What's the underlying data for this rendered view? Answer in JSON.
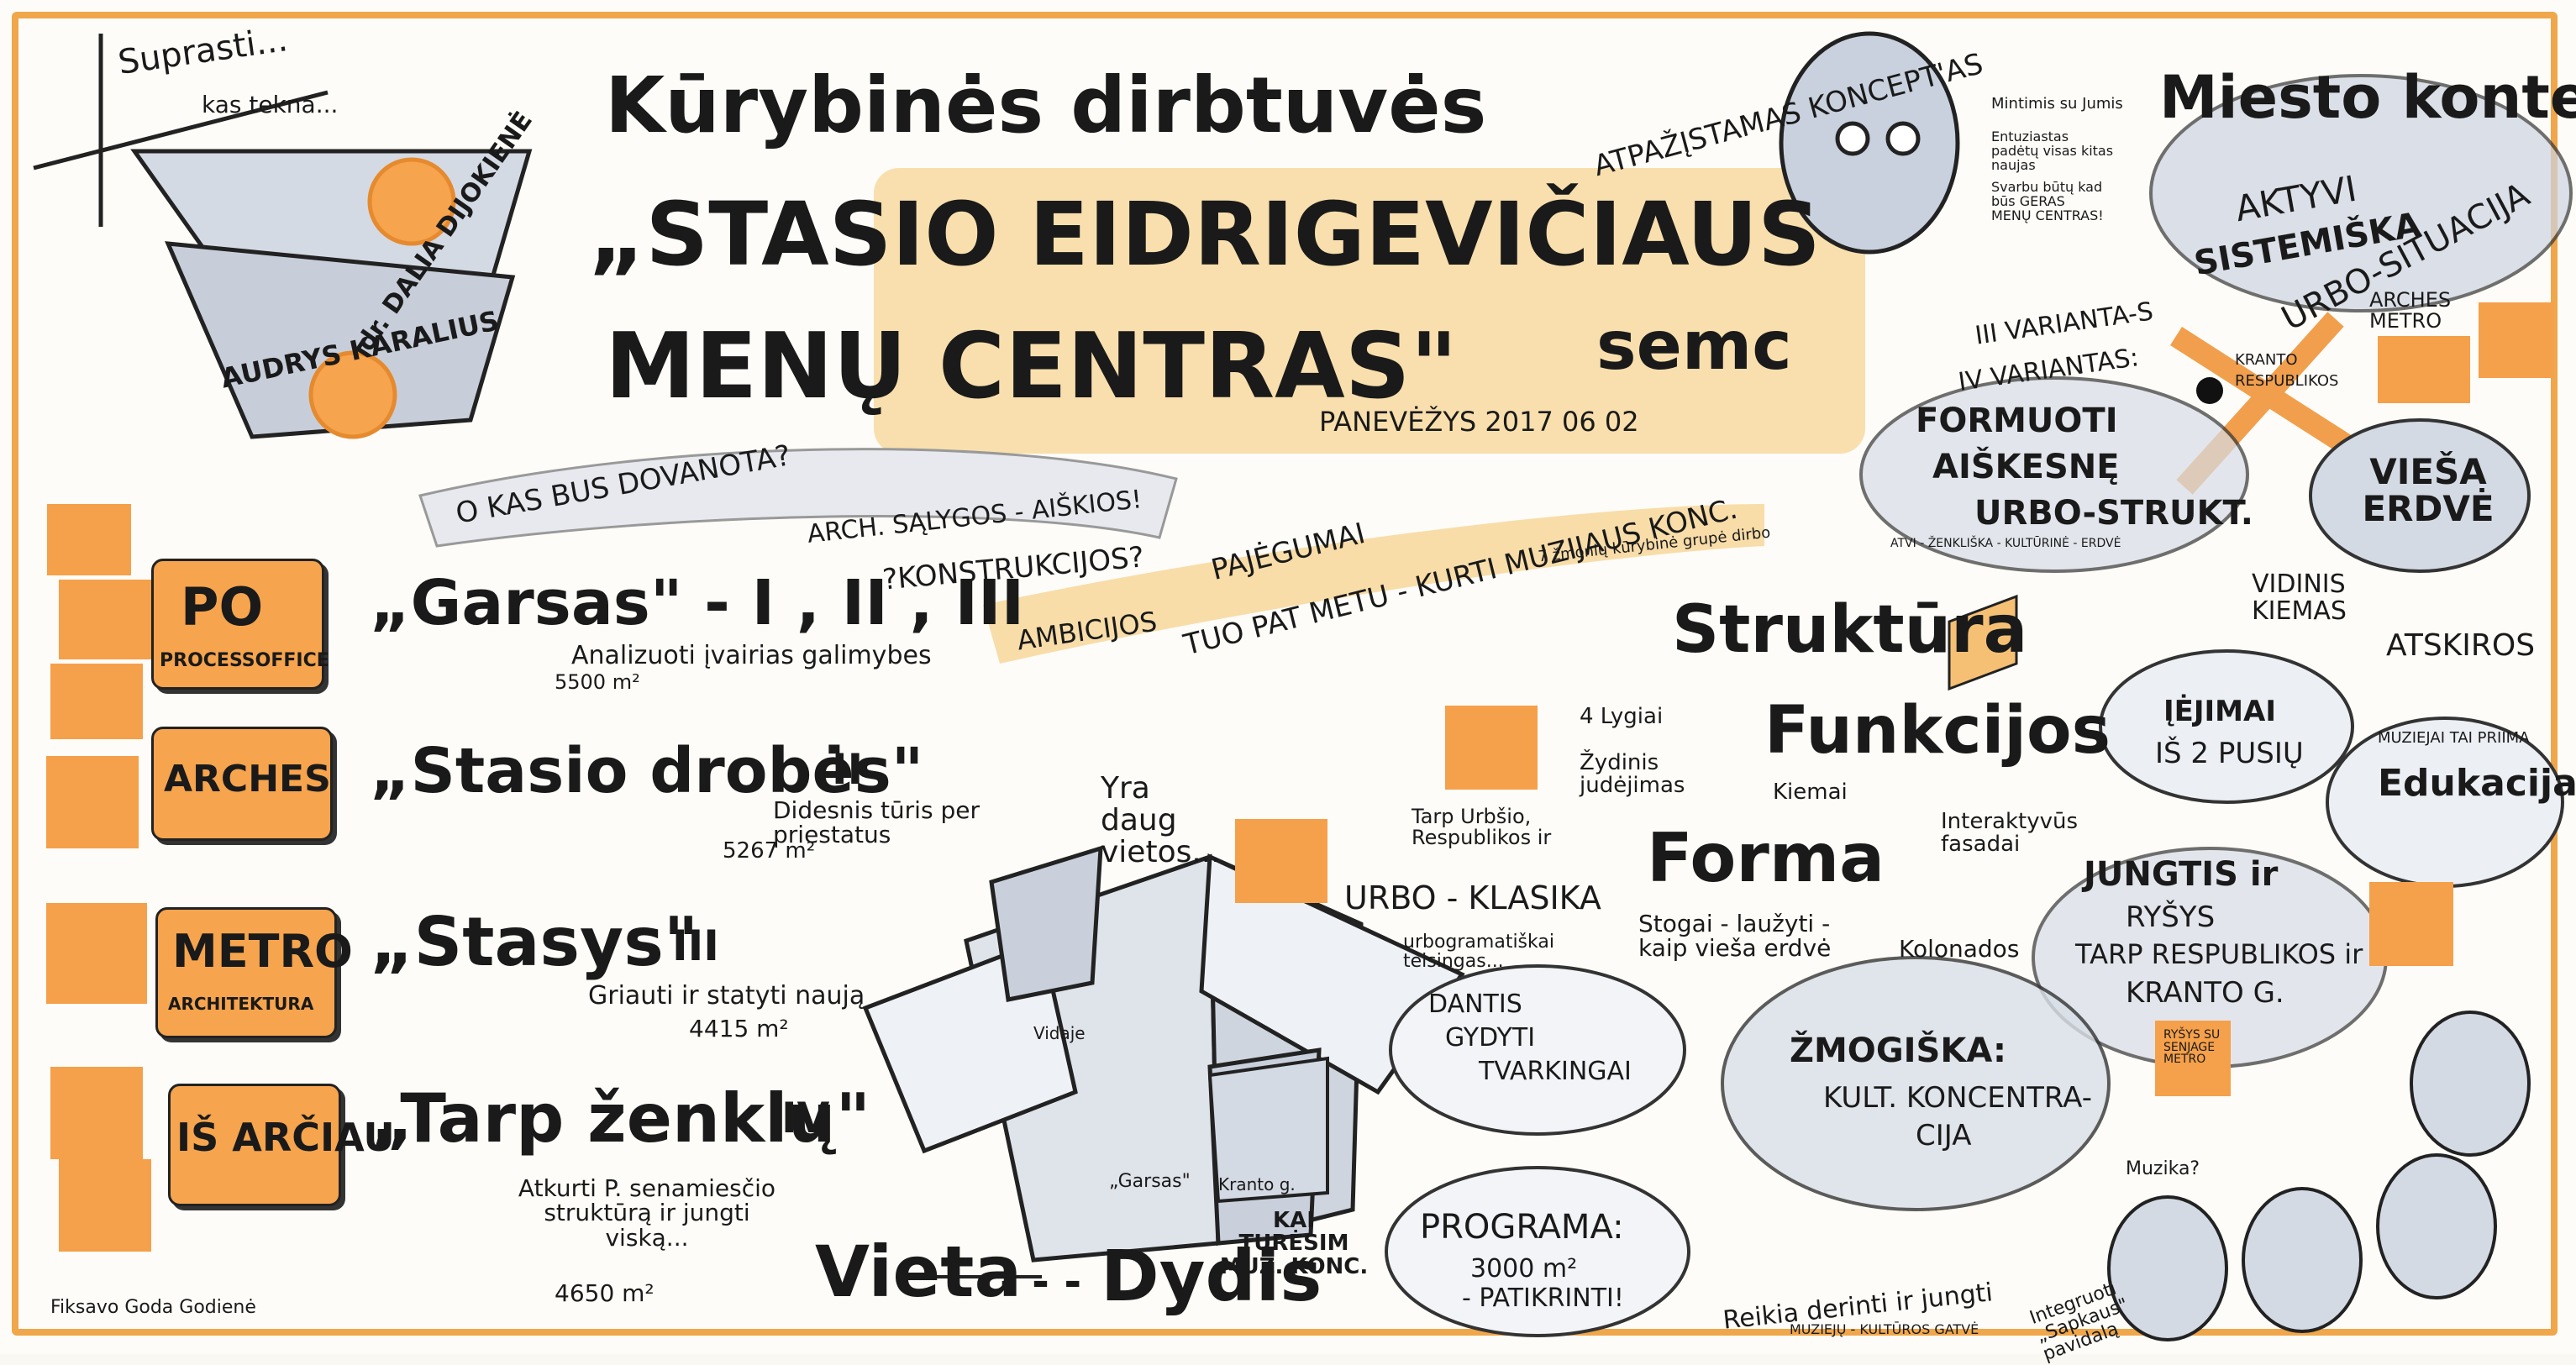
{
  "board": {
    "title_line1": "Kūrybinės dirbtuvės",
    "title_line2": "„STASIO EIDRIGEVIČIAUS",
    "title_line3": "MENŲ CENTRAS\"",
    "brand": "semc",
    "place_date": "PANEVĖŽYS   2017 06 02",
    "top_left": {
      "understand": "Suprasti...",
      "what_hurts": "kas tekna...",
      "lamp1_name": "dr. DALIA DIJOKIENĖ",
      "lamp2_name": "AUDRYS KARALIUS"
    },
    "concept": {
      "label": "ATPAŽĮSTAMAS KONCEPT'AS",
      "note1": "Mintimis su Jumis",
      "note2": "Entuziastas padėtų visas kitas naujas",
      "note3": "Svarbu būtų kad būs GERAS MENŲ CENTRAS!"
    },
    "city": {
      "title": "Miesto kontext",
      "line1": "AKTYVI",
      "line2": "SISTEMIŠKA",
      "line3": "URBO-SITUACIJA",
      "street1": "KRANTO",
      "street2": "RESPUBLIKOS",
      "arches": "ARCHES METRO"
    },
    "public": {
      "title": "VIEŠA ERDVĖ",
      "yard": "VIDINIS KIEMAS",
      "detach": "ATSKIROS",
      "entries": "ĮĖJIMAI",
      "entries2": "IŠ 2 PUSIŲ",
      "edu": "Edukacija+",
      "edu_sub": "MUZIEJAI TAI PRIIMA",
      "junction": "JUNGTIS ir",
      "junction2": "RYŠYS",
      "junction3": "TARP RESPUBLIKOS ir",
      "junction4": "KRANTO G.",
      "note_street": "RYŠYS SU SENJAGE METRO"
    },
    "variants": {
      "line1": "III VARIANTA-S",
      "line2": "IV VARIANTAS:",
      "line3": "FORMUOTI",
      "line4": "AIŠKESNĘ",
      "line5": "URBO-STRUKT.",
      "sub": "ATVI - ŽENKLIŠKA - KULTŪRINĖ - ERDVĖ"
    },
    "questions": {
      "q1": "O KAS BUS DOVANOTA?",
      "q2": "ARCH. SĄLYGOS - AIŠKIOS!",
      "q3": "?KONSTRUKCIJOS?",
      "q4": "PAJĖGUMAI",
      "q5": "AMBICIJOS",
      "q6": "TUO PAT METU - KURTI MUZIJAUS KONC.",
      "q7": "7 žmonių kūrybinė grupė dirbo"
    },
    "teams": [
      {
        "label": "PO",
        "sub": "PROCESSOFFICE",
        "project": "„Garsas\" - I , II , III",
        "detail": "Analizuoti įvairias galimybes",
        "area": "5500 m²"
      },
      {
        "label": "ARCHES",
        "sub": "",
        "project": "„Stasio drobės\"",
        "num": "II",
        "detail": "Didesnis tūris per priestatus",
        "area": "5267 m²"
      },
      {
        "label": "METRO",
        "sub": "ARCHITEKTURA",
        "project": "„Stasys\"",
        "num": "III",
        "detail": "Griauti ir statyti naują",
        "area": "4415 m²"
      },
      {
        "label": "IŠ ARČIAU",
        "sub": "",
        "project": "„Tarp ženklų\"",
        "num": "IV",
        "detail": "Atkurti P. senamiesčio struktūrą ir jungti viską...",
        "area": "4650 m²"
      }
    ],
    "center": {
      "space": "Yra daug vietos...",
      "urbo": "URBO - KLASIKA",
      "urbo_sub": "urbogramatiškai teisingas...",
      "tarp": "Tarp Urbšio, Respublikos ir",
      "dantis1": "DANTIS",
      "dantis2": "GYDYTI",
      "dantis3": "TVARKINGAI",
      "program": "PROGRAMA:",
      "program2": "3000 m²",
      "program3": "- PATIKRINTI!",
      "when": "KAI TURĖSIM MUZ. KONC.",
      "place": "Vieta",
      "dash": "- - -",
      "size": "Dydis",
      "box_label1": "Vidaje",
      "box_label2": "„Garsas\"",
      "box_label3": "Kranto g.",
      "levels": "4 Lygiai"
    },
    "structure": {
      "s": "Struktūra",
      "f": "Funkcijos",
      "form": "Forma",
      "b1": "Žydinis judėjimas",
      "b2": "Kiemai",
      "b3": "Interaktyvūs fasadai",
      "b4": "Stogai - laužyti - kaip vieša erdvė",
      "b5": "Kolonados"
    },
    "human": {
      "title": "ŽMOGIŠKA:",
      "line1": "KULT. KONCENTRA-",
      "line2": "CIJA",
      "bottom": "Reikia derinti ir jungti",
      "bottom2": "MUZIEJŲ - KULTŪROS GATVĖ",
      "integrate": "Integruoti „Sapkaus\" pavidalą",
      "muzika": "Muzika?"
    },
    "credit": "Fiksavo Goda Godienė"
  }
}
